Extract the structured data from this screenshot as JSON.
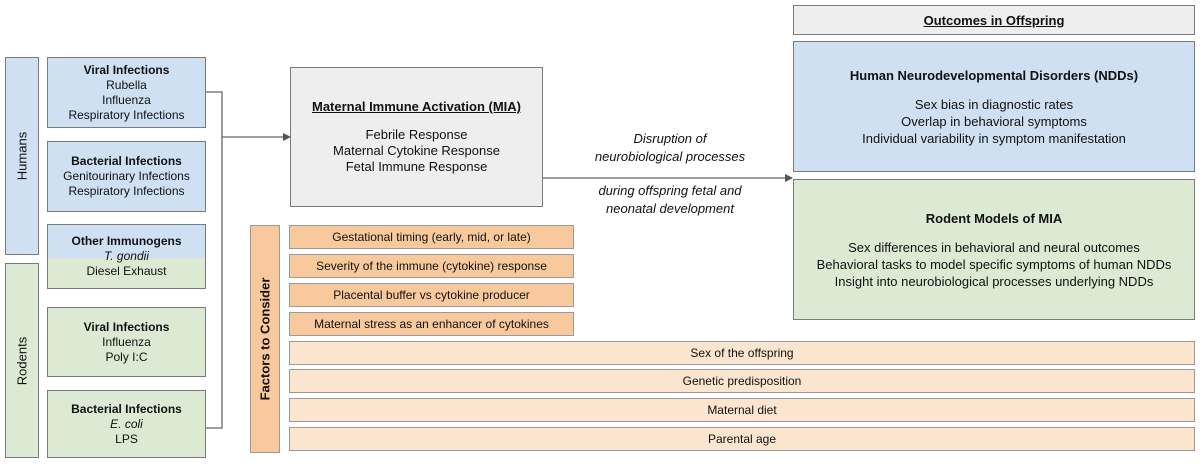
{
  "left": {
    "humans_label": "Humans",
    "rodents_label": "Rodents",
    "human_boxes": [
      {
        "title": "Viral Infections",
        "lines": [
          "Rubella",
          "Influenza",
          "Respiratory Infections"
        ]
      },
      {
        "title": "Bacterial Infections",
        "lines": [
          "Genitourinary Infections",
          "Respiratory Infections"
        ]
      },
      {
        "title": "Other Immunogens",
        "italic_line": "T. gondii",
        "lines": [
          "Diesel Exhaust"
        ]
      }
    ],
    "rodent_boxes": [
      {
        "title": "Viral Infections",
        "lines": [
          "Influenza",
          "Poly I:C"
        ]
      },
      {
        "title": "Bacterial Infections",
        "italic_line": "E. coli",
        "lines": [
          "LPS"
        ]
      }
    ]
  },
  "mia": {
    "title": "Maternal Immune Activation (MIA)",
    "lines": [
      "Febrile Response",
      "Maternal Cytokine Response",
      "Fetal Immune Response"
    ]
  },
  "arrow_text": {
    "top": [
      "Disruption of",
      "neurobiological processes"
    ],
    "bottom": [
      "during offspring fetal and",
      "neonatal development"
    ]
  },
  "outcomes": {
    "header": "Outcomes in Offspring",
    "ndd_title": "Human Neurodevelopmental Disorders (NDDs)",
    "ndd_lines": [
      "Sex bias in diagnostic rates",
      "Overlap in behavioral symptoms",
      "Individual variability in symptom manifestation"
    ],
    "rodent_title": "Rodent Models of MIA",
    "rodent_lines": [
      "Sex differences in behavioral and neural outcomes",
      "Behavioral tasks to model specific symptoms of human NDDs",
      "Insight into neurobiological processes underlying NDDs"
    ]
  },
  "factors": {
    "label": "Factors to Consider",
    "short": [
      "Gestational timing (early, mid, or late)",
      "Severity of the immune (cytokine) response",
      "Placental buffer vs cytokine producer",
      "Maternal stress as an enhancer of cytokines"
    ],
    "wide": [
      "Sex of the offspring",
      "Genetic predisposition",
      "Maternal diet",
      "Parental age"
    ]
  },
  "colors": {
    "blue": "#cfe0f3",
    "green": "#dcead3",
    "orange": "#f9c99e",
    "peach": "#fce5cf",
    "gray": "#eeeeee"
  }
}
